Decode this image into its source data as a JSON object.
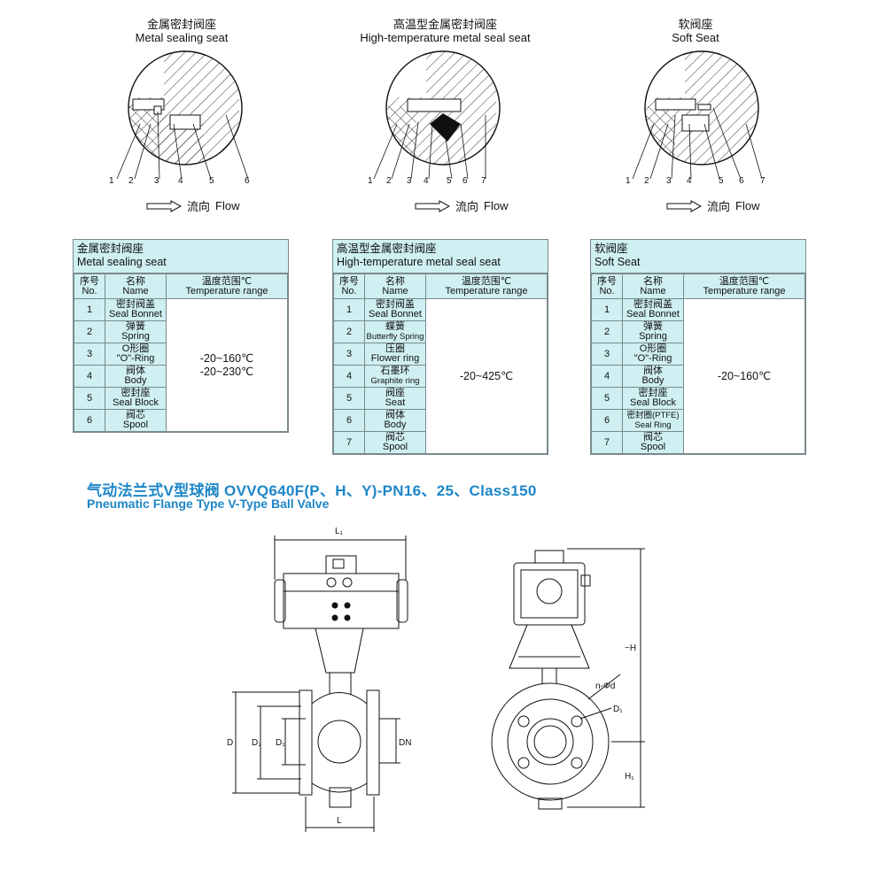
{
  "details": [
    {
      "title_cn": "金属密封阀座",
      "title_en": "Metal sealing seat",
      "numbers": [
        "1",
        "2",
        "3",
        "4",
        "5",
        "6"
      ],
      "flow_cn": "流向",
      "flow_en": "Flow"
    },
    {
      "title_cn": "高温型金属密封阀座",
      "title_en": "High-temperature metal seal seat",
      "numbers": [
        "1",
        "2",
        "3",
        "4",
        "5",
        "6",
        "7"
      ],
      "flow_cn": "流向",
      "flow_en": "Flow"
    },
    {
      "title_cn": "软阀座",
      "title_en": "Soft Seat",
      "numbers": [
        "1",
        "2",
        "3",
        "4",
        "5",
        "6",
        "7"
      ],
      "flow_cn": "流向",
      "flow_en": "Flow"
    }
  ],
  "tables": [
    {
      "title_cn": "金属密封阀座",
      "title_en": "Metal sealing seat",
      "h_no_cn": "序号",
      "h_no_en": "No.",
      "h_name_cn": "名称",
      "h_name_en": "Name",
      "h_temp_cn": "温度范围℃",
      "h_temp_en": "Temperature range",
      "rows": [
        {
          "no": "1",
          "cn": "密封阀盖",
          "en": "Seal Bonnet"
        },
        {
          "no": "2",
          "cn": "弹簧",
          "en": "Spring"
        },
        {
          "no": "3",
          "cn": "O形圈",
          "en": "\"O\"-Ring"
        },
        {
          "no": "4",
          "cn": "阀体",
          "en": "Body"
        },
        {
          "no": "5",
          "cn": "密封座",
          "en": "Seal Block"
        },
        {
          "no": "6",
          "cn": "阀芯",
          "en": "Spool"
        }
      ],
      "temp1": "-20~160℃",
      "temp2": "-20~230℃"
    },
    {
      "title_cn": "高温型金属密封阀座",
      "title_en": "High-temperature metal seal seat",
      "h_no_cn": "序号",
      "h_no_en": "No.",
      "h_name_cn": "名称",
      "h_name_en": "Name",
      "h_temp_cn": "温度范围℃",
      "h_temp_en": "Temperature range",
      "rows": [
        {
          "no": "1",
          "cn": "密封阀盖",
          "en": "Seal Bonnet"
        },
        {
          "no": "2",
          "cn": "蝶簧",
          "en": "Butterfly Spring"
        },
        {
          "no": "3",
          "cn": "压圈",
          "en": "Flower ring"
        },
        {
          "no": "4",
          "cn": "石墨环",
          "en": "Graphite ring"
        },
        {
          "no": "5",
          "cn": "阀座",
          "en": "Seat"
        },
        {
          "no": "6",
          "cn": "阀体",
          "en": "Body"
        },
        {
          "no": "7",
          "cn": "阀芯",
          "en": "Spool"
        }
      ],
      "temp1": "-20~425℃"
    },
    {
      "title_cn": "软阀座",
      "title_en": "Soft Seat",
      "h_no_cn": "序号",
      "h_no_en": "No.",
      "h_name_cn": "名称",
      "h_name_en": "Name",
      "h_temp_cn": "温度范围℃",
      "h_temp_en": "Temperature range",
      "rows": [
        {
          "no": "1",
          "cn": "密封阀盖",
          "en": "Seal Bonnet"
        },
        {
          "no": "2",
          "cn": "弹簧",
          "en": "Spring"
        },
        {
          "no": "3",
          "cn": "O形圈",
          "en": "\"O\"-Ring"
        },
        {
          "no": "4",
          "cn": "阀体",
          "en": "Body"
        },
        {
          "no": "5",
          "cn": "密封座",
          "en": "Seal Block"
        },
        {
          "no": "6",
          "cn": "密封圈(PTFE)",
          "en": "Seal Ring"
        },
        {
          "no": "7",
          "cn": "阀芯",
          "en": "Spool"
        }
      ],
      "temp1": "-20~160℃"
    }
  ],
  "product": {
    "title_cn": "气动法兰式V型球阀 OVVQ640F(P、H、Y)-PN16、25、Class150",
    "title_en": "Pneumatic Flange Type V-Type Ball Valve"
  },
  "dims": {
    "L1": "L₁",
    "L": "L",
    "D": "D",
    "D2": "D₂",
    "D1_side": "D₁",
    "DN": "DN",
    "H": "~H",
    "H1": "H₁",
    "nd": "n-Φd",
    "D1": "D₁"
  }
}
